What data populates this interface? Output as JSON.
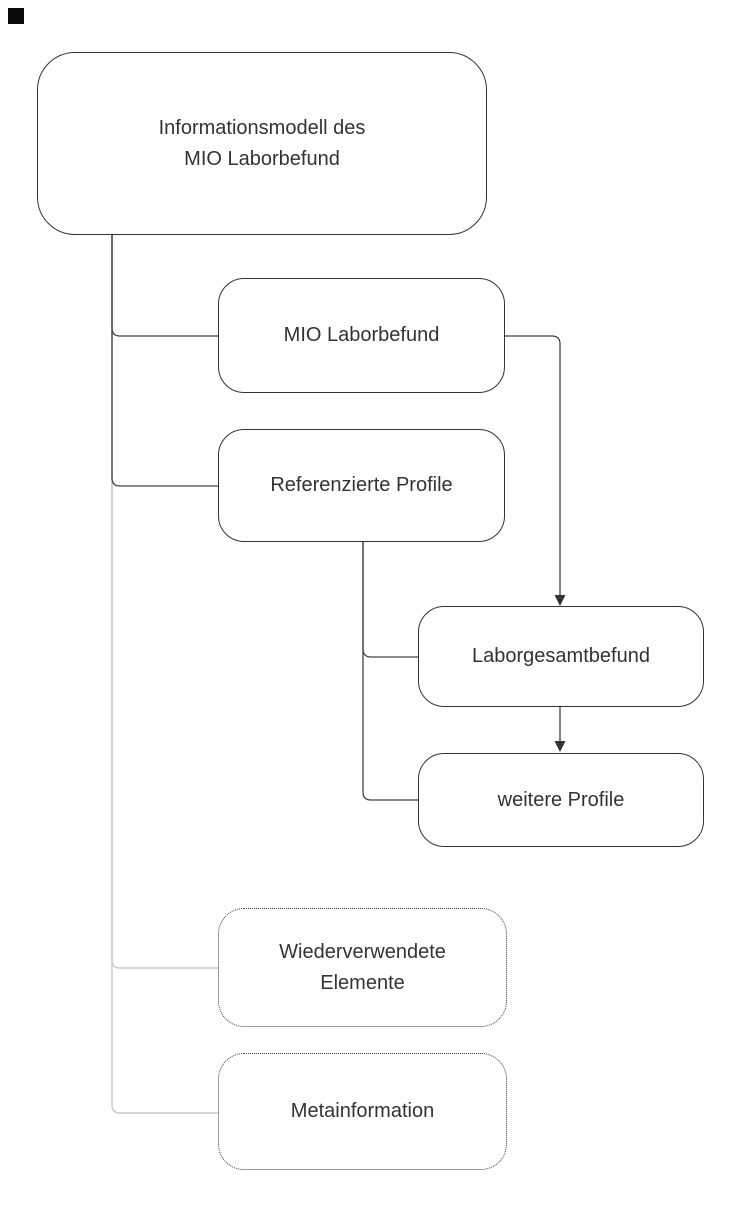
{
  "page": {
    "background": "#ffffff"
  },
  "diagram": {
    "type": "flowchart-top-down",
    "corner_marker": {
      "shape": "filled-square",
      "color": "#0a0a0a"
    },
    "colors": {
      "node_border": "#333333",
      "node_fill": "#ffffff",
      "text": "#333333",
      "edge_primary": "#444444",
      "edge_secondary": "#c9c9c9",
      "arrowhead": "#333333"
    },
    "nodes": [
      {
        "id": "informationsmodell",
        "lines": [
          "Informationsmodell des",
          "MIO Laborbefund"
        ],
        "border_style": "solid"
      },
      {
        "id": "mio-laborbefund",
        "label": "MIO Laborbefund",
        "border_style": "solid"
      },
      {
        "id": "referenzierte-profile",
        "label": "Referenzierte Profile",
        "border_style": "solid"
      },
      {
        "id": "laborgesamtbefund",
        "label": "Laborgesamtbefund",
        "border_style": "solid"
      },
      {
        "id": "weitere-profile",
        "label": "weitere Profile",
        "border_style": "solid"
      },
      {
        "id": "wiederverwendete-elemente",
        "lines": [
          "Wiederverwendete",
          "Elemente"
        ],
        "border_style": "dotted"
      },
      {
        "id": "metainformation",
        "label": "Metainformation",
        "border_style": "dotted"
      }
    ],
    "edges": [
      {
        "from": "informationsmodell",
        "to": "mio-laborbefund",
        "arrow": false,
        "color": "primary"
      },
      {
        "from": "informationsmodell",
        "to": "referenzierte-profile",
        "arrow": false,
        "color": "primary"
      },
      {
        "from": "informationsmodell",
        "to": "wiederverwendete-elemente",
        "arrow": false,
        "color": "secondary"
      },
      {
        "from": "informationsmodell",
        "to": "metainformation",
        "arrow": false,
        "color": "secondary"
      },
      {
        "from": "mio-laborbefund",
        "to": "laborgesamtbefund",
        "arrow": true,
        "color": "primary"
      },
      {
        "from": "referenzierte-profile",
        "to": "laborgesamtbefund",
        "arrow": false,
        "color": "primary"
      },
      {
        "from": "referenzierte-profile",
        "to": "weitere-profile",
        "arrow": false,
        "color": "primary"
      },
      {
        "from": "laborgesamtbefund",
        "to": "weitere-profile",
        "arrow": true,
        "color": "primary"
      }
    ]
  }
}
